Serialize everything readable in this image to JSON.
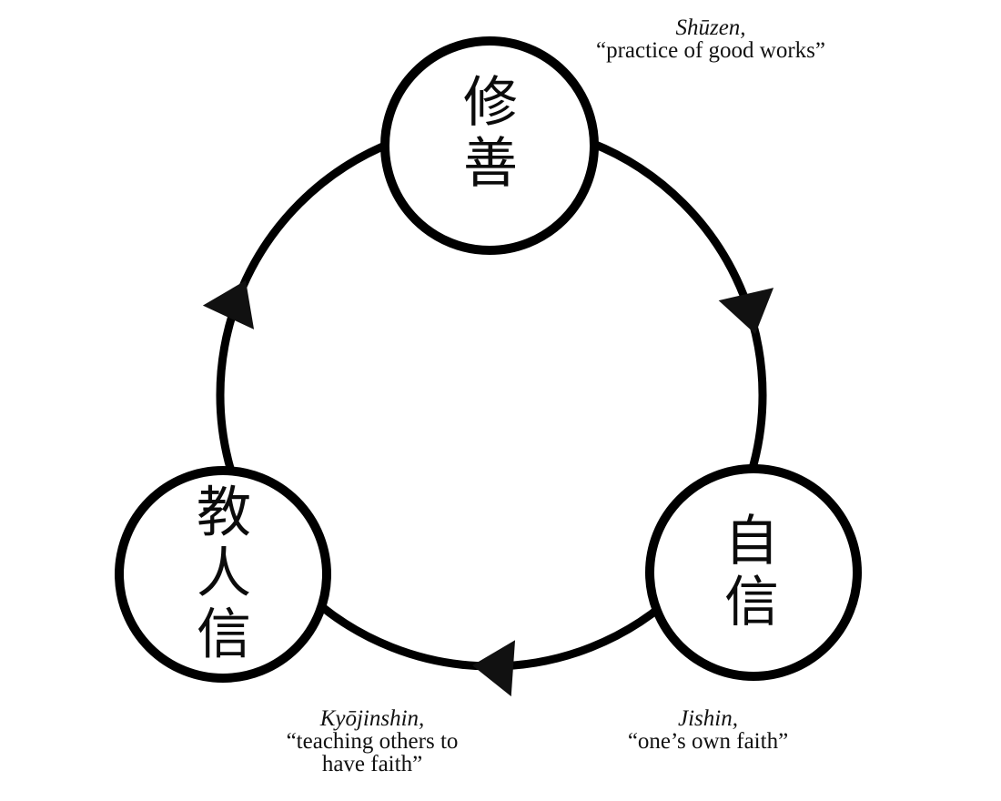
{
  "diagram": {
    "background_color": "#ffffff",
    "stroke_color": "#000000",
    "cycle_direction": "clockwise",
    "nodes": {
      "top": {
        "kanji": "修\n善",
        "romaji": "Shūzen,",
        "gloss": "“practice of good works”"
      },
      "bottom_right": {
        "kanji": "自\n信",
        "romaji": "Jishin,",
        "gloss": "“one’s own faith”"
      },
      "bottom_left": {
        "kanji": "教\n人\n信",
        "romaji": "Kyōjinshin,",
        "gloss": "“teaching others to\nhave faith”"
      }
    }
  }
}
